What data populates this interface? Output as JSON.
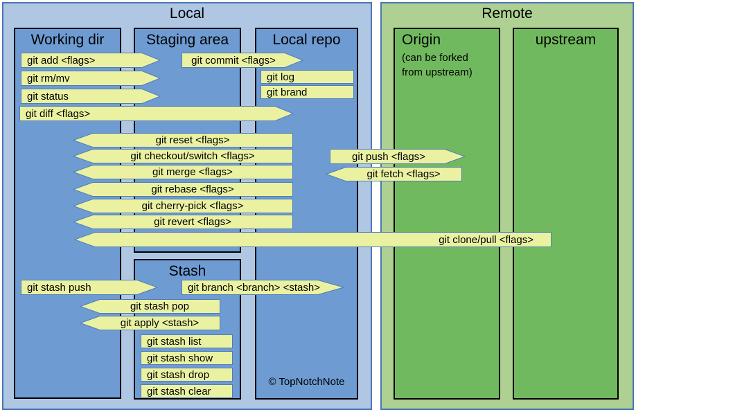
{
  "colors": {
    "local-bg": "#b0c7e3",
    "panel-blue": "#6d9bd2",
    "remote-bg": "#aed193",
    "panel-green": "#71b95e",
    "arrow-fill": "#eaf2a2",
    "arrow-border": "#4f7cb8",
    "outer-border": "#4a77b5"
  },
  "local": {
    "title": "Local",
    "working_dir": "Working dir",
    "staging": "Staging area",
    "local_repo": "Local repo",
    "stash": "Stash"
  },
  "remote": {
    "title": "Remote",
    "origin": "Origin",
    "origin_note": "(can be forked from upstream)",
    "upstream": "upstream"
  },
  "commands": {
    "add": "git add <flags>",
    "commit": "git commit <flags>",
    "rm_mv": "git rm/mv",
    "status": "git status",
    "diff": "git diff <flags>",
    "log": "git log",
    "brand": "git brand",
    "reset": "git reset <flags>",
    "checkout_switch": "git checkout/switch <flags>",
    "merge": "git merge <flags>",
    "rebase": "git rebase <flags>",
    "cherry_pick": "git cherry-pick <flags>",
    "revert": "git revert <flags>",
    "push": "git push <flags>",
    "fetch": "git fetch <flags>",
    "clone_pull": "git clone/pull <flags>",
    "stash_push": "git stash push",
    "branch_stash": "git branch <branch> <stash>",
    "stash_pop": "git stash pop",
    "apply_stash": "git apply <stash>",
    "stash_list": "git stash list",
    "stash_show": "git stash show",
    "stash_drop": "git stash drop",
    "stash_clear": "git stash clear"
  },
  "credit": "© TopNotchNote"
}
